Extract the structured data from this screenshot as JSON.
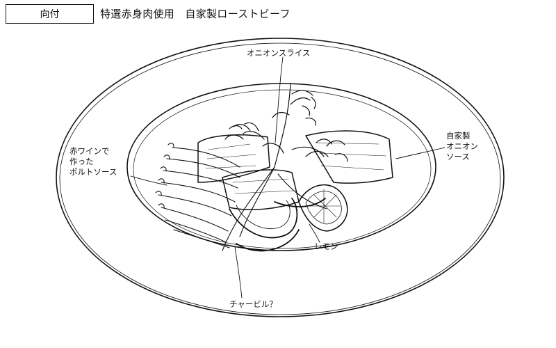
{
  "header": {
    "course_label": "向付",
    "title": "特選赤身肉使用　自家製ローストビーフ"
  },
  "callouts": {
    "onion_slice": "オニオンスライス",
    "onion_sauce": [
      "自家製",
      "オニオン",
      "ソース"
    ],
    "red_wine_sauce": [
      "赤ワインで",
      "作った",
      "ポルトソース"
    ],
    "lemon": "レモン",
    "chervil": "チャービル？"
  },
  "colors": {
    "ink": "#111111",
    "paper": "#ffffff"
  }
}
